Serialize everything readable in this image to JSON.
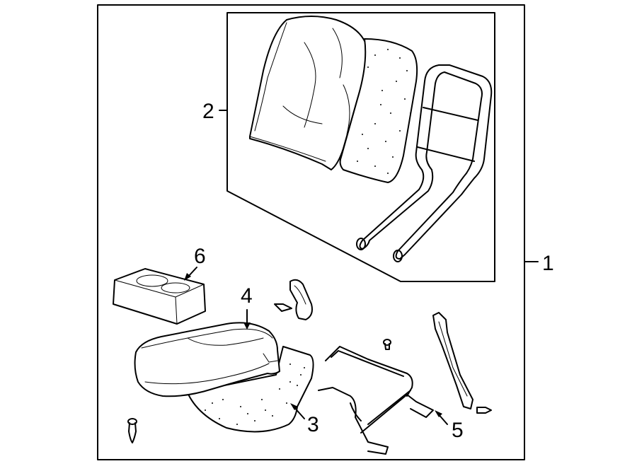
{
  "diagram": {
    "callouts": [
      {
        "id": "1",
        "label": "1"
      },
      {
        "id": "2",
        "label": "2"
      },
      {
        "id": "3",
        "label": "3"
      },
      {
        "id": "4",
        "label": "4"
      },
      {
        "id": "5",
        "label": "5"
      },
      {
        "id": "6",
        "label": "6"
      }
    ],
    "parts": [
      {
        "callout": "1",
        "name": "seat-assembly"
      },
      {
        "callout": "2",
        "name": "seat-back-assembly"
      },
      {
        "callout": "3",
        "name": "cushion-pad"
      },
      {
        "callout": "4",
        "name": "cushion-cover"
      },
      {
        "callout": "5",
        "name": "seat-frame"
      },
      {
        "callout": "6",
        "name": "cup-holder"
      }
    ]
  }
}
